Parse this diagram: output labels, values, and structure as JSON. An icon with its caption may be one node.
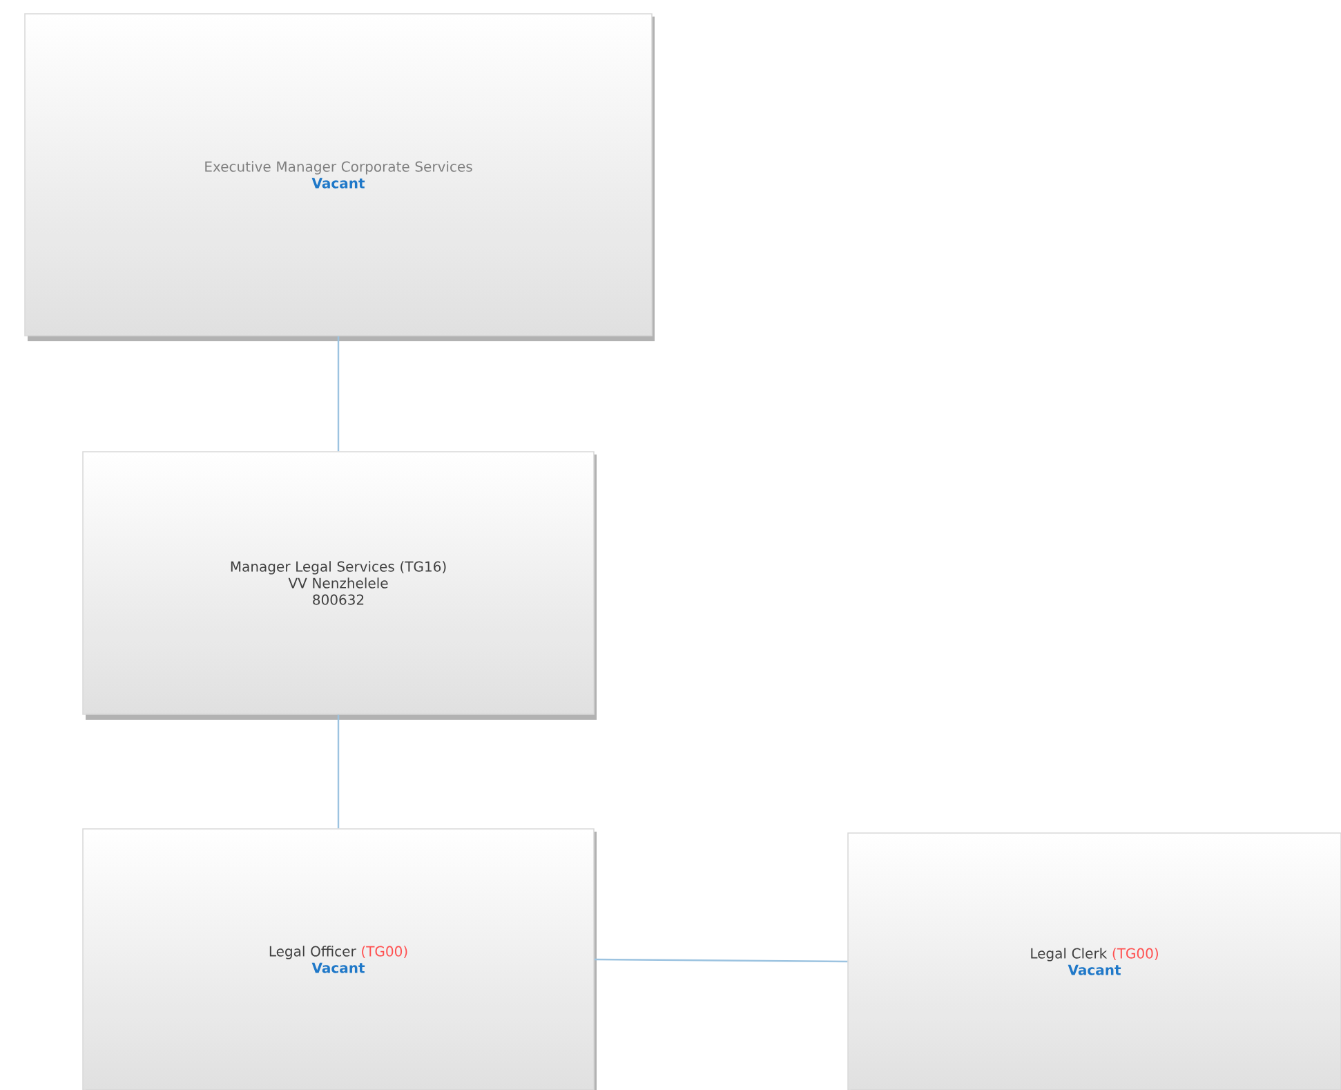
{
  "diagram": {
    "nodes": [
      {
        "text": [
          "Executive Manager Corporate Services",
          "Vacant"
        ]
      },
      {
        "text": [
          "Manager Legal Services (TG16)",
          "VV Nenzhelele",
          "800632"
        ]
      },
      {
        "text": [
          "Legal Officer",
          "(TG00)",
          "Vacant"
        ]
      },
      {
        "text": [
          "Legal Clerk",
          "(TG00)",
          "Vacant"
        ]
      }
    ],
    "edges": [
      {
        "from": 0,
        "to": 1,
        "arrow": "none"
      },
      {
        "from": 1,
        "to": 2,
        "arrow": "none"
      },
      {
        "from": 2,
        "to": 3,
        "arrow": "none"
      }
    ]
  }
}
